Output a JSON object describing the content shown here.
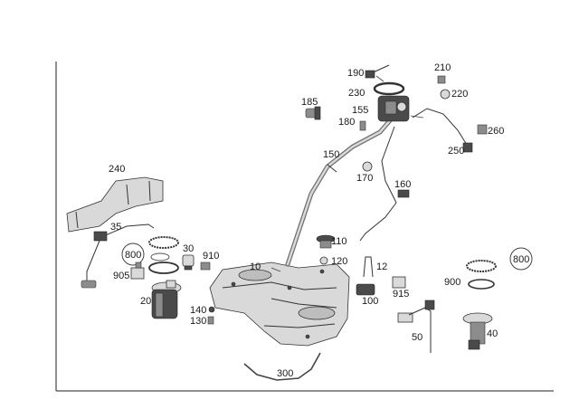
{
  "labels": {
    "p10": "10",
    "p12": "12",
    "p20": "20",
    "p30": "30",
    "p35": "35",
    "p40": "40",
    "p50": "50",
    "p100": "100",
    "p110": "110",
    "p120": "120",
    "p130": "130",
    "p140": "140",
    "p150": "150",
    "p155": "155",
    "p160": "160",
    "p170": "170",
    "p180": "180",
    "p185": "185",
    "p190": "190",
    "p210": "210",
    "p220": "220",
    "p230": "230",
    "p240": "240",
    "p250": "250",
    "p260": "260",
    "p300": "300",
    "p800a": "800",
    "p800b": "800",
    "p900": "900",
    "p905": "905",
    "p910": "910",
    "p915": "915"
  }
}
